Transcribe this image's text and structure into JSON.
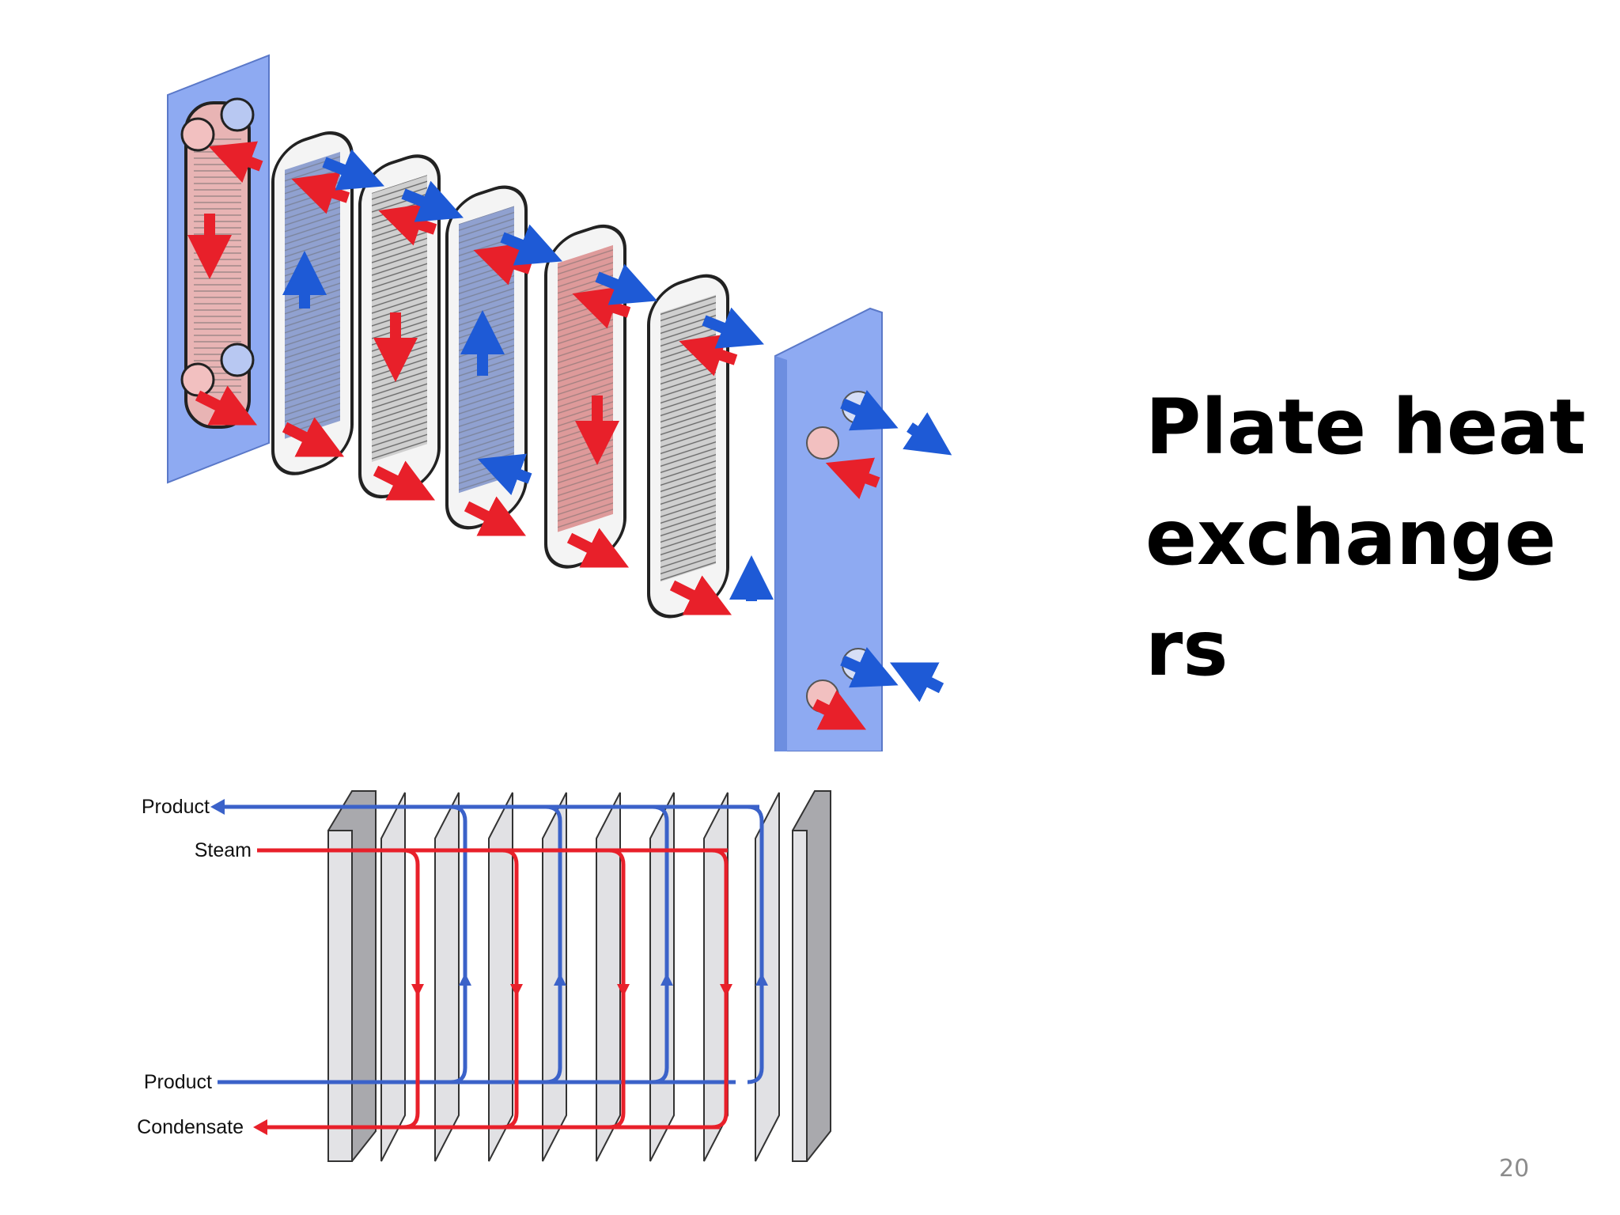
{
  "slide": {
    "title": "Plate heat exchangers",
    "page_number": "20"
  },
  "diagram": {
    "labels": {
      "product_out": "Product",
      "steam_in": "Steam",
      "product_in": "Product",
      "condensate_out": "Condensate"
    },
    "colors": {
      "hot": "#e8202a",
      "cold": "#1e5ad6",
      "frame": "#7e9ef2",
      "plate": "#d9d9de"
    }
  }
}
